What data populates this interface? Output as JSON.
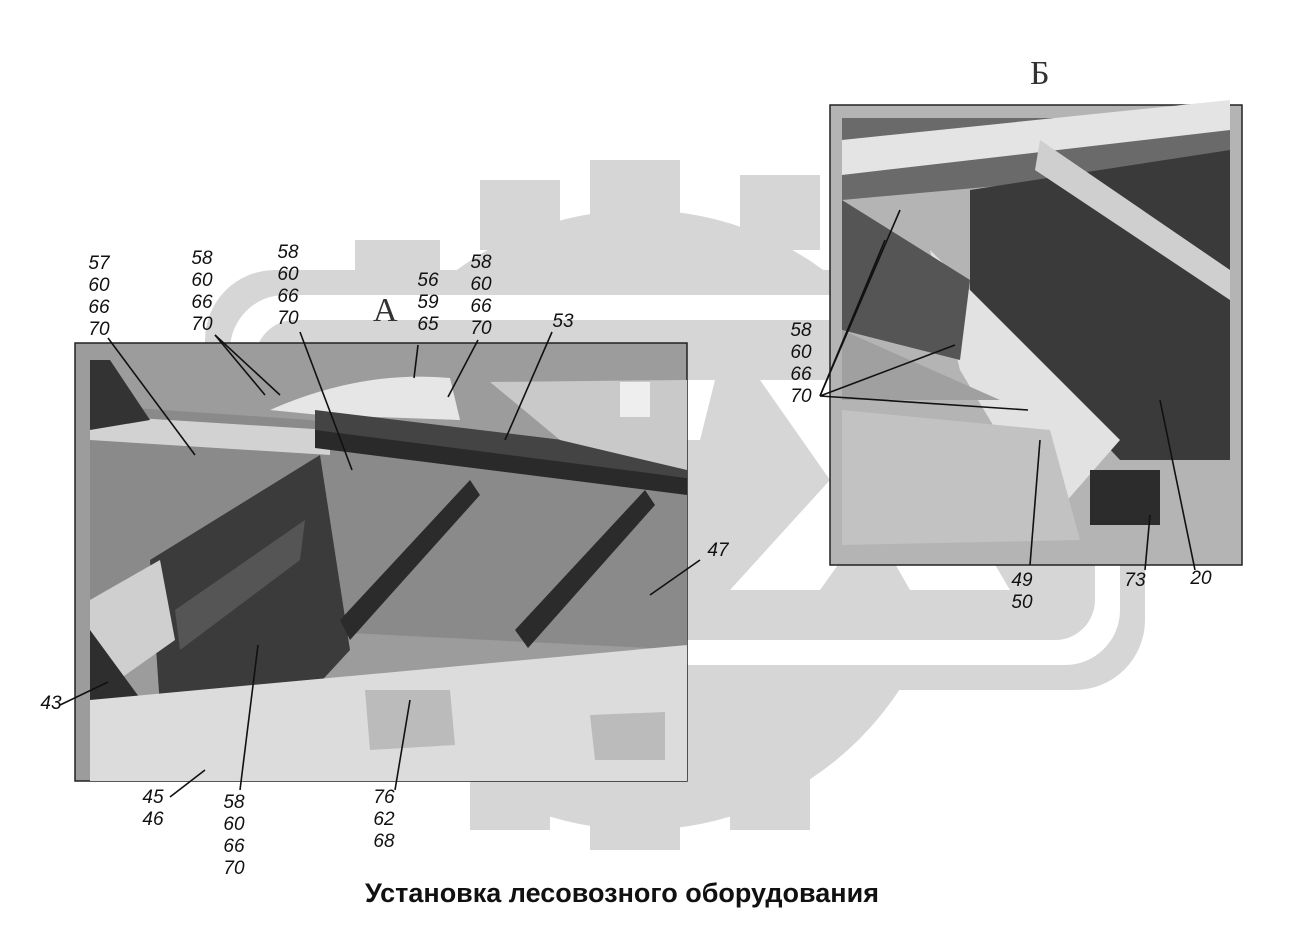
{
  "caption": "Установка лесовозного оборудования",
  "views": {
    "a": "А",
    "b": "Б"
  },
  "callouts": {
    "c1": [
      "57",
      "60",
      "66",
      "70"
    ],
    "c2": [
      "58",
      "60",
      "66",
      "70"
    ],
    "c3": [
      "58",
      "60",
      "66",
      "70"
    ],
    "c4": [
      "56",
      "59",
      "65"
    ],
    "c5": [
      "58",
      "60",
      "66",
      "70"
    ],
    "c6": [
      "53"
    ],
    "c7": [
      "47"
    ],
    "c8": [
      "43"
    ],
    "c9": [
      "45",
      "46"
    ],
    "c10": [
      "58",
      "60",
      "66",
      "70"
    ],
    "c11": [
      "76",
      "62",
      "68"
    ],
    "c12": [
      "58",
      "60",
      "66",
      "70"
    ],
    "c13": [
      "49",
      "50"
    ],
    "c14": [
      "73"
    ],
    "c15": [
      "20"
    ]
  },
  "colors": {
    "ink": "#111111",
    "watermark": "#d4d4d4",
    "panel_mid": "#8c8c8c",
    "panel_dark": "#3a3a3a",
    "panel_light": "#c8c8c8"
  }
}
